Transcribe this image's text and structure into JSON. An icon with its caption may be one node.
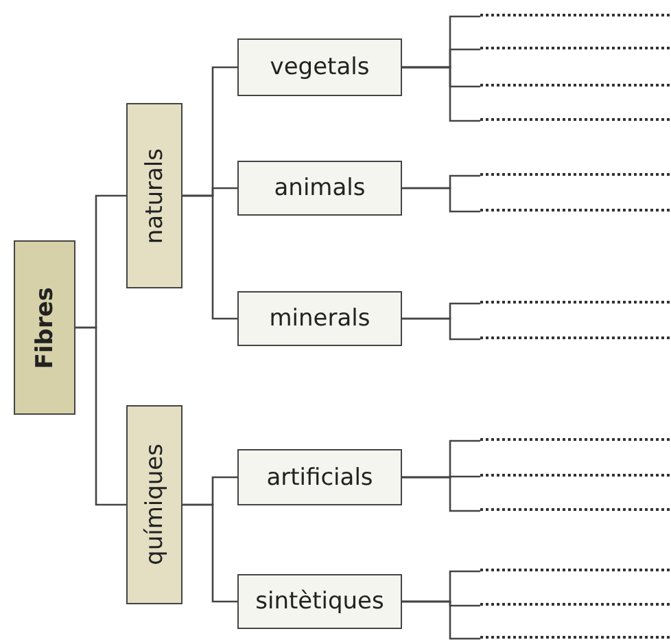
{
  "diagram": {
    "nodes": [
      {
        "text": [
          "Fibres"
        ]
      },
      {
        "text": [
          "naturals"
        ]
      },
      {
        "text": [
          "químiques"
        ]
      },
      {
        "text": [
          "vegetals"
        ]
      },
      {
        "text": [
          "animals"
        ]
      },
      {
        "text": [
          "minerals"
        ]
      },
      {
        "text": [
          "artificials"
        ]
      },
      {
        "text": [
          "sintètiques"
        ]
      },
      {
        "text": [],
        "shape": "line"
      },
      {
        "text": [],
        "shape": "line"
      },
      {
        "text": [],
        "shape": "line"
      },
      {
        "text": [],
        "shape": "line"
      },
      {
        "text": [],
        "shape": "line"
      },
      {
        "text": [],
        "shape": "line"
      },
      {
        "text": [],
        "shape": "line"
      },
      {
        "text": [],
        "shape": "line"
      },
      {
        "text": [],
        "shape": "line"
      },
      {
        "text": [],
        "shape": "line"
      },
      {
        "text": [],
        "shape": "line"
      },
      {
        "text": [],
        "shape": "line"
      },
      {
        "text": [],
        "shape": "line"
      },
      {
        "text": [],
        "shape": "line"
      }
    ],
    "edges": [
      {
        "from": 0,
        "to": 1,
        "arrow": "none"
      },
      {
        "from": 0,
        "to": 2,
        "arrow": "none"
      },
      {
        "from": 1,
        "to": 3,
        "arrow": "none"
      },
      {
        "from": 1,
        "to": 4,
        "arrow": "none"
      },
      {
        "from": 1,
        "to": 5,
        "arrow": "none"
      },
      {
        "from": 2,
        "to": 6,
        "arrow": "none"
      },
      {
        "from": 2,
        "to": 7,
        "arrow": "none"
      },
      {
        "from": 3,
        "to": 8,
        "arrow": "none"
      },
      {
        "from": 3,
        "to": 9,
        "arrow": "none"
      },
      {
        "from": 3,
        "to": 10,
        "arrow": "none"
      },
      {
        "from": 3,
        "to": 11,
        "arrow": "none"
      },
      {
        "from": 4,
        "to": 12,
        "arrow": "none"
      },
      {
        "from": 4,
        "to": 13,
        "arrow": "none"
      },
      {
        "from": 5,
        "to": 14,
        "arrow": "none"
      },
      {
        "from": 5,
        "to": 15,
        "arrow": "none"
      },
      {
        "from": 6,
        "to": 16,
        "arrow": "none"
      },
      {
        "from": 6,
        "to": 17,
        "arrow": "none"
      },
      {
        "from": 6,
        "to": 18,
        "arrow": "none"
      },
      {
        "from": 7,
        "to": 19,
        "arrow": "none"
      },
      {
        "from": 7,
        "to": 20,
        "arrow": "none"
      },
      {
        "from": 7,
        "to": 21,
        "arrow": "none"
      }
    ]
  }
}
